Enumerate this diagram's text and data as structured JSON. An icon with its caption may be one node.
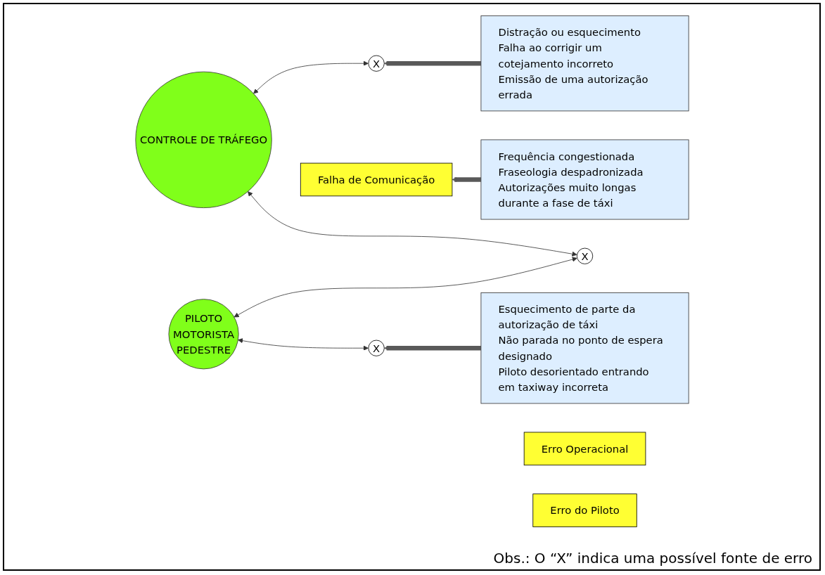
{
  "diagram": {
    "nodes": [
      {
        "text": [
          "CONTROLE DE TRÁFEGO"
        ]
      },
      {
        "text": [
          "Erro Operacional"
        ]
      },
      {
        "text": [
          "X"
        ]
      },
      {
        "text": [
          "Distração ou esquecimento",
          "Falha ao corrigir um cotejamento incorreto",
          "Emissão de uma autorização errada"
        ]
      },
      {
        "text": [
          "X"
        ]
      },
      {
        "text": [
          "Falha de Comunicação"
        ]
      },
      {
        "text": [
          "Frequência congestionada",
          "Fraseologia despadronizada",
          "Autorizações muito longas durante a fase de táxi"
        ]
      },
      {
        "text": [
          "PILOTO",
          "MOTORISTA",
          "PEDESTRE"
        ]
      },
      {
        "text": [
          "X"
        ]
      },
      {
        "text": [
          "Esquecimento de parte da autorização de táxi",
          "Não parada no ponto de espera designado",
          "Piloto desorientado entrando em taxiway incorreta"
        ]
      },
      {
        "text": [
          "Erro do Piloto"
        ]
      }
    ],
    "edges": [
      {
        "from": 0,
        "to": 2,
        "arrow": "both"
      },
      {
        "from": 3,
        "to": 2,
        "arrow": "to",
        "style": "thick",
        "color": "#595959"
      },
      {
        "from": 0,
        "to": 4,
        "arrow": "both"
      },
      {
        "from": 7,
        "to": 4,
        "arrow": "both"
      },
      {
        "from": 6,
        "to": 5,
        "arrow": "to",
        "style": "thick",
        "color": "#595959"
      },
      {
        "from": 7,
        "to": 8,
        "arrow": "both"
      },
      {
        "from": 9,
        "to": 8,
        "arrow": "to",
        "style": "thick",
        "color": "#595959"
      }
    ],
    "labels": [
      "Obs.: O “X” indica uma possível fonte de erro"
    ]
  }
}
